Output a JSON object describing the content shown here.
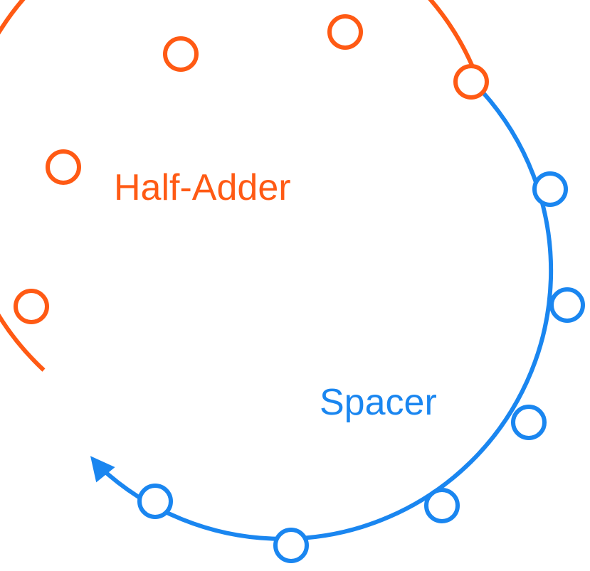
{
  "diagram": {
    "labels": {
      "half_adder": "Half-Adder",
      "spacer": "Spacer"
    },
    "colors": {
      "half_adder": "#FF5A14",
      "spacer": "#1A86F0",
      "node_fill": "#FFFFFF",
      "background": "#FFFFFF"
    },
    "segments": [
      {
        "name": "half-adder-arc",
        "color_key": "half_adder",
        "node_count": 6
      },
      {
        "name": "spacer-arc",
        "color_key": "spacer",
        "node_count": 6,
        "ends_with": "arrow"
      }
    ]
  }
}
